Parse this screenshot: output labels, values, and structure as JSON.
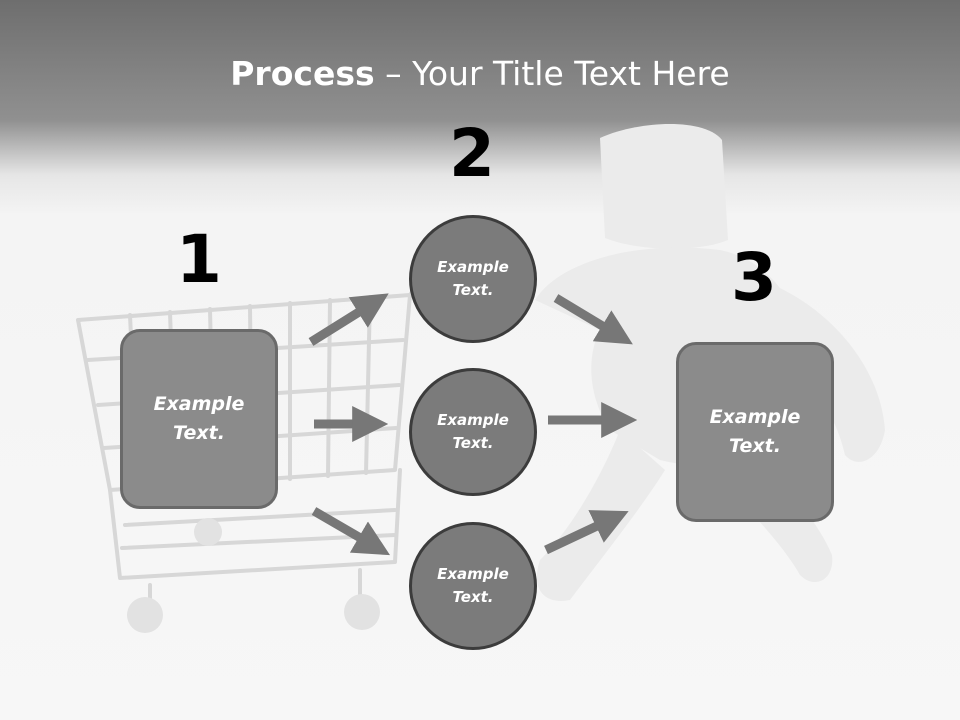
{
  "title": {
    "bold": "Process",
    "rest": " – Your Title Text Here"
  },
  "steps": {
    "one": "1",
    "two": "2",
    "three": "3"
  },
  "boxes": {
    "left": {
      "line1": "Example",
      "line2": "Text."
    },
    "right": {
      "line1": "Example",
      "line2": "Text."
    }
  },
  "circles": [
    {
      "line1": "Example",
      "line2": "Text."
    },
    {
      "line1": "Example",
      "line2": "Text."
    },
    {
      "line1": "Example",
      "line2": "Text."
    }
  ],
  "colors": {
    "box_fill": "#8b8b8b",
    "circle_fill": "#7b7b7b",
    "arrow": "#777777",
    "title_text": "#ffffff"
  },
  "icons": [
    "shopping-cart-illustration",
    "running-figure-illustration",
    "arrow-icon"
  ]
}
